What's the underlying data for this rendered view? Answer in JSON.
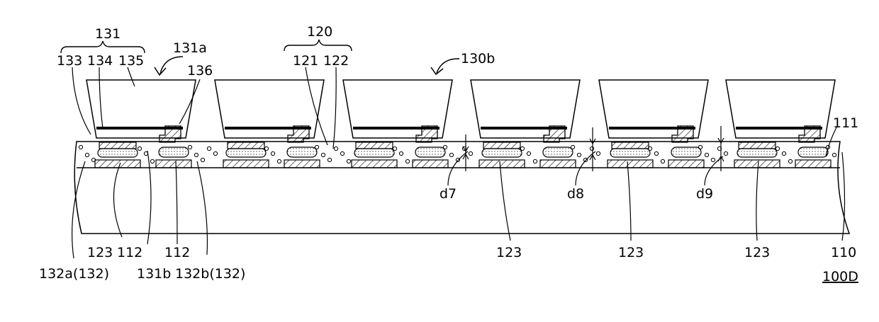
{
  "figure_id": "100D",
  "labels": {
    "l131": "131",
    "l131a": "131a",
    "l133": "133",
    "l134": "134",
    "l135": "135",
    "l136": "136",
    "l120": "120",
    "l121": "121",
    "l122": "122",
    "l130b": "130b",
    "l111": "111",
    "l110": "110",
    "l_d7": "d7",
    "l_d8": "d8",
    "l_d9": "d9",
    "l123_a": "123",
    "l123_b": "123",
    "l123_c": "123",
    "l123_d": "123",
    "l112_a": "112",
    "l112_b": "112",
    "l131b": "131b",
    "l132a": "132a(132)",
    "l132b": "132b(132)"
  }
}
